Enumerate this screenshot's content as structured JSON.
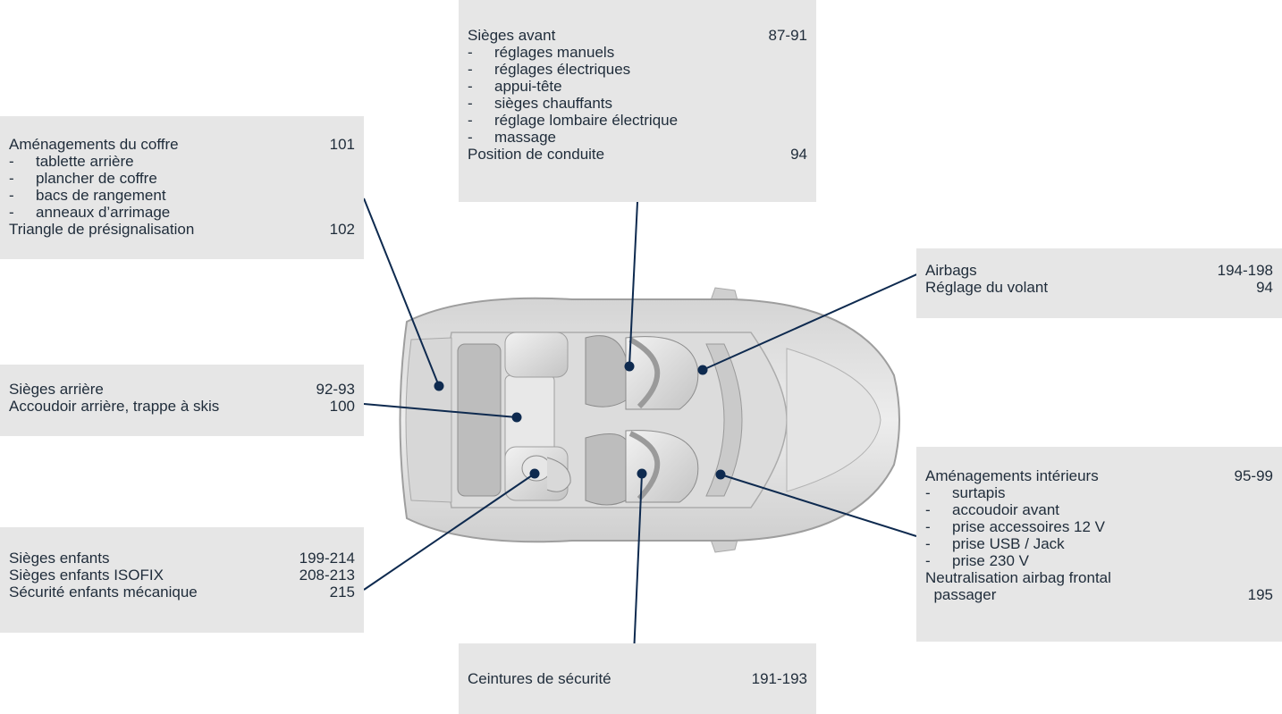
{
  "colors": {
    "box_bg": "#e6e6e6",
    "text": "#1f2c3a",
    "leader": "#0e2a4f",
    "car_body": "#c9c9c9"
  },
  "dash": "-",
  "boxes": {
    "front_seats": {
      "title": "Sièges avant",
      "page": "87-91",
      "items": [
        "réglages manuels",
        "réglages électriques",
        "appui-tête",
        "sièges chauffants",
        "réglage lombaire électrique",
        "massage"
      ],
      "footer": "Position de conduite",
      "footer_page": "94"
    },
    "boot": {
      "title": "Aménagements du coffre",
      "page": "101",
      "items": [
        "tablette arrière",
        "plancher de coffre",
        "bacs de rangement",
        "anneaux d’arrimage"
      ],
      "footer": "Triangle de présignalisation",
      "footer_page": "102"
    },
    "airbags": {
      "rows": [
        {
          "label": "Airbags",
          "page": "194-198"
        },
        {
          "label": "Réglage du volant",
          "page": "94"
        }
      ]
    },
    "rear_seats": {
      "rows": [
        {
          "label": "Sièges arrière",
          "page": "92-93"
        },
        {
          "label": "Accoudoir arrière, trappe à skis",
          "page": "100"
        }
      ]
    },
    "interior": {
      "title": "Aménagements intérieurs",
      "page": "95-99",
      "items": [
        "surtapis",
        "accoudoir avant",
        "prise accessoires 12 V",
        "prise USB / Jack",
        "prise 230 V"
      ],
      "footer_line1": "Neutralisation airbag frontal",
      "footer_line2": "  passager",
      "footer_page": "195"
    },
    "child_seats": {
      "rows": [
        {
          "label": "Sièges enfants",
          "page": "199-214"
        },
        {
          "label": "Sièges enfants ISOFIX",
          "page": "208-213"
        },
        {
          "label": "Sécurité enfants mécanique",
          "page": "215"
        }
      ]
    },
    "belts": {
      "rows": [
        {
          "label": "Ceintures de sécurité",
          "page": "191-193"
        }
      ]
    }
  }
}
